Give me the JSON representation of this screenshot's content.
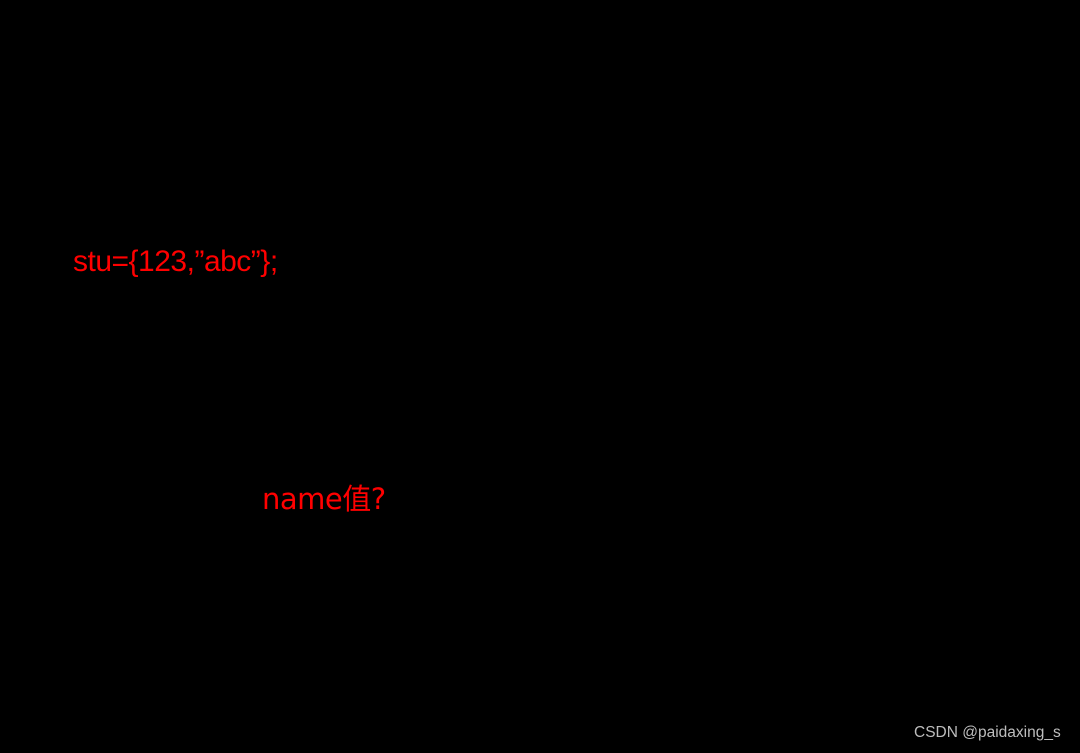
{
  "slide": {
    "background_color": "#000000",
    "text_color": "#FF0000",
    "code_line": "stu={123,”abc”};",
    "question": "name值?"
  },
  "watermark": {
    "text": "CSDN @paidaxing_s",
    "color": "#BDBDBD"
  }
}
